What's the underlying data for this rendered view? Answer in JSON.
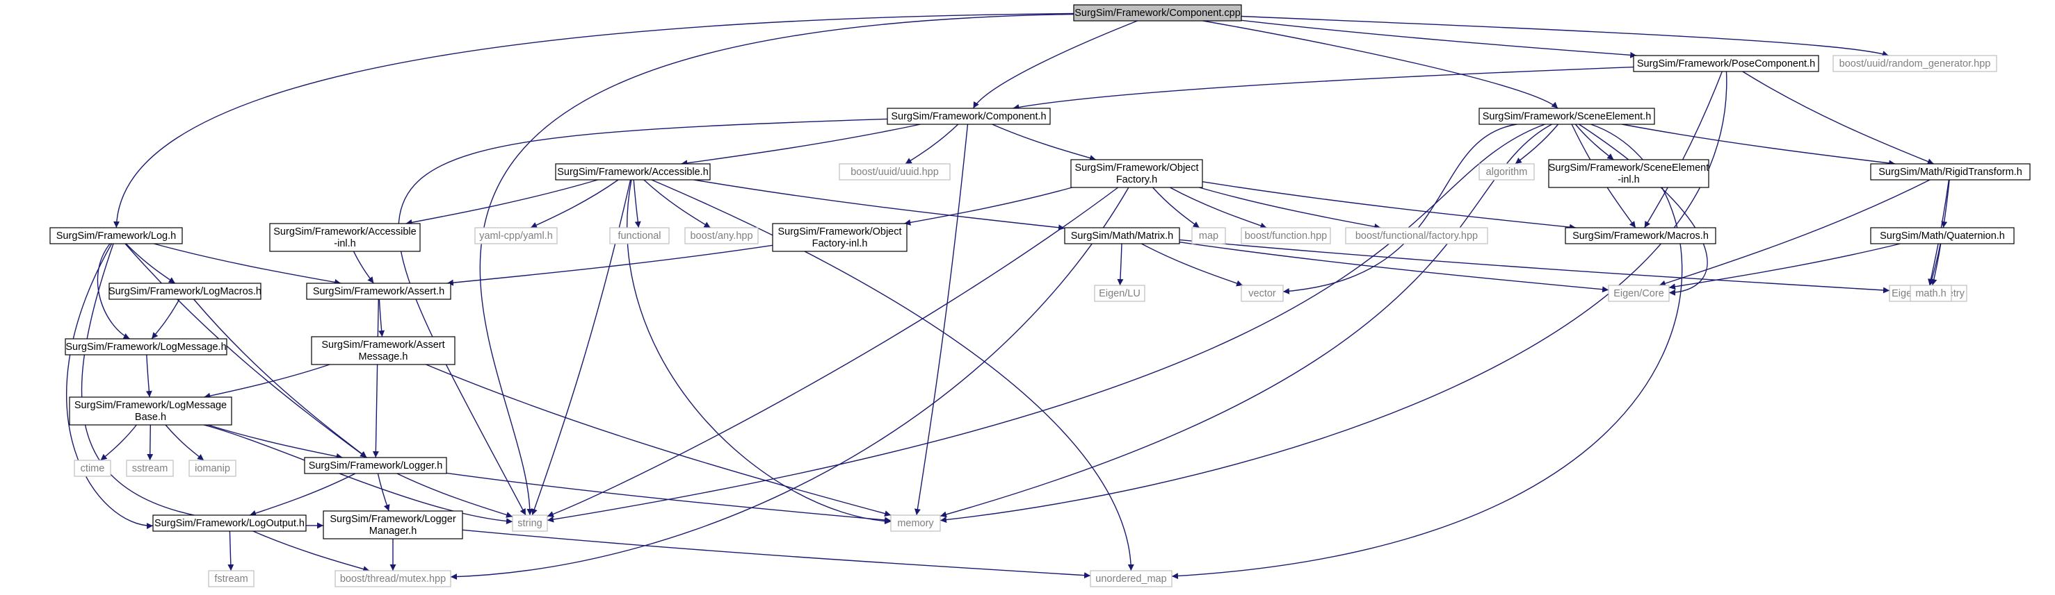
{
  "colors": {
    "edge": "#191970",
    "root_fill": "#bfbfbf",
    "root_stroke": "#000000",
    "internal_stroke": "#000000",
    "external_stroke": "#bfbfbf",
    "internal_text": "#000000",
    "external_text": "#7f7f7f"
  },
  "nodes": [
    {
      "id": "component_cpp",
      "kind": "root",
      "lines": [
        "SurgSim/Framework/Component.cpp"
      ]
    },
    {
      "id": "log_h",
      "kind": "internal",
      "lines": [
        "SurgSim/Framework/Log.h"
      ]
    },
    {
      "id": "string",
      "kind": "external",
      "lines": [
        "string"
      ]
    },
    {
      "id": "component_h",
      "kind": "internal",
      "lines": [
        "SurgSim/Framework/Component.h"
      ]
    },
    {
      "id": "posecomponent_h",
      "kind": "internal",
      "lines": [
        "SurgSim/Framework/PoseComponent.h"
      ]
    },
    {
      "id": "sceneelement_h",
      "kind": "internal",
      "lines": [
        "SurgSim/Framework/SceneElement.h"
      ]
    },
    {
      "id": "random_generator",
      "kind": "external",
      "lines": [
        "boost/uuid/random_generator.hpp"
      ]
    },
    {
      "id": "assert_h",
      "kind": "internal",
      "lines": [
        "SurgSim/Framework/Assert.h"
      ]
    },
    {
      "id": "logmacros_h",
      "kind": "internal",
      "lines": [
        "SurgSim/Framework/LogMacros.h"
      ]
    },
    {
      "id": "logmessage_h",
      "kind": "internal",
      "lines": [
        "SurgSim/Framework/LogMessage.h"
      ]
    },
    {
      "id": "logger_h",
      "kind": "internal",
      "lines": [
        "SurgSim/Framework/Logger.h"
      ]
    },
    {
      "id": "logoutput_h",
      "kind": "internal",
      "lines": [
        "SurgSim/Framework/LogOutput.h"
      ]
    },
    {
      "id": "assertmessage_h",
      "kind": "internal",
      "lines": [
        "SurgSim/Framework/Assert",
        "Message.h"
      ]
    },
    {
      "id": "memory",
      "kind": "external",
      "lines": [
        "memory"
      ]
    },
    {
      "id": "loggermanager_h",
      "kind": "internal",
      "lines": [
        "SurgSim/Framework/Logger",
        "Manager.h"
      ]
    },
    {
      "id": "fstream",
      "kind": "external",
      "lines": [
        "fstream"
      ]
    },
    {
      "id": "mutex",
      "kind": "external",
      "lines": [
        "boost/thread/mutex.hpp"
      ]
    },
    {
      "id": "unordered_map",
      "kind": "external",
      "lines": [
        "unordered_map"
      ]
    },
    {
      "id": "logmessagebase_h",
      "kind": "internal",
      "lines": [
        "SurgSim/Framework/LogMessage",
        "Base.h"
      ]
    },
    {
      "id": "ctime",
      "kind": "external",
      "lines": [
        "ctime"
      ]
    },
    {
      "id": "sstream",
      "kind": "external",
      "lines": [
        "sstream"
      ]
    },
    {
      "id": "iomanip",
      "kind": "external",
      "lines": [
        "iomanip"
      ]
    },
    {
      "id": "accessible_h",
      "kind": "internal",
      "lines": [
        "SurgSim/Framework/Accessible.h"
      ]
    },
    {
      "id": "uuid",
      "kind": "external",
      "lines": [
        "boost/uuid/uuid.hpp"
      ]
    },
    {
      "id": "objectfactory_h",
      "kind": "internal",
      "lines": [
        "SurgSim/Framework/Object",
        "Factory.h"
      ]
    },
    {
      "id": "accessible_inl",
      "kind": "internal",
      "lines": [
        "SurgSim/Framework/Accessible",
        "-inl.h"
      ]
    },
    {
      "id": "yaml",
      "kind": "external",
      "lines": [
        "yaml-cpp/yaml.h"
      ]
    },
    {
      "id": "functional",
      "kind": "external",
      "lines": [
        "functional"
      ]
    },
    {
      "id": "boost_any",
      "kind": "external",
      "lines": [
        "boost/any.hpp"
      ]
    },
    {
      "id": "matrix_h",
      "kind": "internal",
      "lines": [
        "SurgSim/Math/Matrix.h"
      ]
    },
    {
      "id": "eigen_lu",
      "kind": "external",
      "lines": [
        "Eigen/LU"
      ]
    },
    {
      "id": "vector",
      "kind": "external",
      "lines": [
        "vector"
      ]
    },
    {
      "id": "eigen_core",
      "kind": "external",
      "lines": [
        "Eigen/Core"
      ]
    },
    {
      "id": "eigen_geometry",
      "kind": "external",
      "lines": [
        "Eigen/Geometry"
      ]
    },
    {
      "id": "objectfactory_inl",
      "kind": "internal",
      "lines": [
        "SurgSim/Framework/Object",
        "Factory-inl.h"
      ]
    },
    {
      "id": "map",
      "kind": "external",
      "lines": [
        "map"
      ]
    },
    {
      "id": "boost_function",
      "kind": "external",
      "lines": [
        "boost/function.hpp"
      ]
    },
    {
      "id": "boost_factory",
      "kind": "external",
      "lines": [
        "boost/functional/factory.hpp"
      ]
    },
    {
      "id": "macros_h",
      "kind": "internal",
      "lines": [
        "SurgSim/Framework/Macros.h"
      ]
    },
    {
      "id": "algorithm",
      "kind": "external",
      "lines": [
        "algorithm"
      ]
    },
    {
      "id": "sceneelement_inl",
      "kind": "internal",
      "lines": [
        "SurgSim/Framework/SceneElement",
        "-inl.h"
      ]
    },
    {
      "id": "rigidtransform_h",
      "kind": "internal",
      "lines": [
        "SurgSim/Math/RigidTransform.h"
      ]
    },
    {
      "id": "quaternion_h",
      "kind": "internal",
      "lines": [
        "SurgSim/Math/Quaternion.h"
      ]
    },
    {
      "id": "math_h",
      "kind": "external",
      "lines": [
        "math.h"
      ]
    }
  ],
  "edges": [
    [
      "component_cpp",
      "log_h"
    ],
    [
      "component_cpp",
      "string"
    ],
    [
      "component_cpp",
      "component_h"
    ],
    [
      "component_cpp",
      "posecomponent_h"
    ],
    [
      "component_cpp",
      "sceneelement_h"
    ],
    [
      "component_cpp",
      "random_generator"
    ],
    [
      "log_h",
      "assert_h"
    ],
    [
      "log_h",
      "logmacros_h"
    ],
    [
      "log_h",
      "logmessage_h"
    ],
    [
      "log_h",
      "logger_h"
    ],
    [
      "log_h",
      "logoutput_h"
    ],
    [
      "log_h",
      "loggermanager_h"
    ],
    [
      "assert_h",
      "assertmessage_h"
    ],
    [
      "assert_h",
      "logger_h"
    ],
    [
      "assertmessage_h",
      "logmessagebase_h"
    ],
    [
      "assertmessage_h",
      "memory"
    ],
    [
      "logmacros_h",
      "logmessage_h"
    ],
    [
      "logmacros_h",
      "logger_h"
    ],
    [
      "logmessage_h",
      "logmessagebase_h"
    ],
    [
      "logmessagebase_h",
      "logger_h"
    ],
    [
      "logmessagebase_h",
      "ctime"
    ],
    [
      "logmessagebase_h",
      "sstream"
    ],
    [
      "logmessagebase_h",
      "iomanip"
    ],
    [
      "logmessagebase_h",
      "string"
    ],
    [
      "logger_h",
      "logoutput_h"
    ],
    [
      "logger_h",
      "loggermanager_h"
    ],
    [
      "logger_h",
      "string"
    ],
    [
      "logger_h",
      "memory"
    ],
    [
      "logoutput_h",
      "fstream"
    ],
    [
      "logoutput_h",
      "mutex"
    ],
    [
      "loggermanager_h",
      "mutex"
    ],
    [
      "loggermanager_h",
      "unordered_map"
    ],
    [
      "component_h",
      "string"
    ],
    [
      "component_h",
      "memory"
    ],
    [
      "component_h",
      "accessible_h"
    ],
    [
      "component_h",
      "uuid"
    ],
    [
      "component_h",
      "objectfactory_h"
    ],
    [
      "accessible_h",
      "accessible_inl"
    ],
    [
      "accessible_h",
      "yaml"
    ],
    [
      "accessible_h",
      "functional"
    ],
    [
      "accessible_h",
      "boost_any"
    ],
    [
      "accessible_h",
      "string"
    ],
    [
      "accessible_h",
      "memory"
    ],
    [
      "accessible_h",
      "unordered_map"
    ],
    [
      "accessible_h",
      "matrix_h"
    ],
    [
      "accessible_inl",
      "assert_h"
    ],
    [
      "objectfactory_h",
      "objectfactory_inl"
    ],
    [
      "objectfactory_h",
      "map"
    ],
    [
      "objectfactory_h",
      "boost_function"
    ],
    [
      "objectfactory_h",
      "boost_factory"
    ],
    [
      "objectfactory_h",
      "macros_h"
    ],
    [
      "objectfactory_h",
      "string"
    ],
    [
      "objectfactory_h",
      "mutex"
    ],
    [
      "objectfactory_inl",
      "assert_h"
    ],
    [
      "matrix_h",
      "eigen_lu"
    ],
    [
      "matrix_h",
      "vector"
    ],
    [
      "matrix_h",
      "eigen_core"
    ],
    [
      "matrix_h",
      "eigen_geometry"
    ],
    [
      "posecomponent_h",
      "component_h"
    ],
    [
      "posecomponent_h",
      "macros_h"
    ],
    [
      "posecomponent_h",
      "rigidtransform_h"
    ],
    [
      "posecomponent_h",
      "memory"
    ],
    [
      "sceneelement_h",
      "algorithm"
    ],
    [
      "sceneelement_h",
      "sceneelement_inl"
    ],
    [
      "sceneelement_h",
      "macros_h"
    ],
    [
      "sceneelement_h",
      "rigidtransform_h"
    ],
    [
      "sceneelement_h",
      "vector"
    ],
    [
      "sceneelement_h",
      "string"
    ],
    [
      "sceneelement_h",
      "memory"
    ],
    [
      "sceneelement_h",
      "unordered_map"
    ],
    [
      "sceneelement_h",
      "eigen_core"
    ],
    [
      "rigidtransform_h",
      "quaternion_h"
    ],
    [
      "rigidtransform_h",
      "eigen_core"
    ],
    [
      "rigidtransform_h",
      "eigen_geometry"
    ],
    [
      "quaternion_h",
      "math_h"
    ],
    [
      "quaternion_h",
      "eigen_core"
    ],
    [
      "quaternion_h",
      "eigen_geometry"
    ]
  ]
}
